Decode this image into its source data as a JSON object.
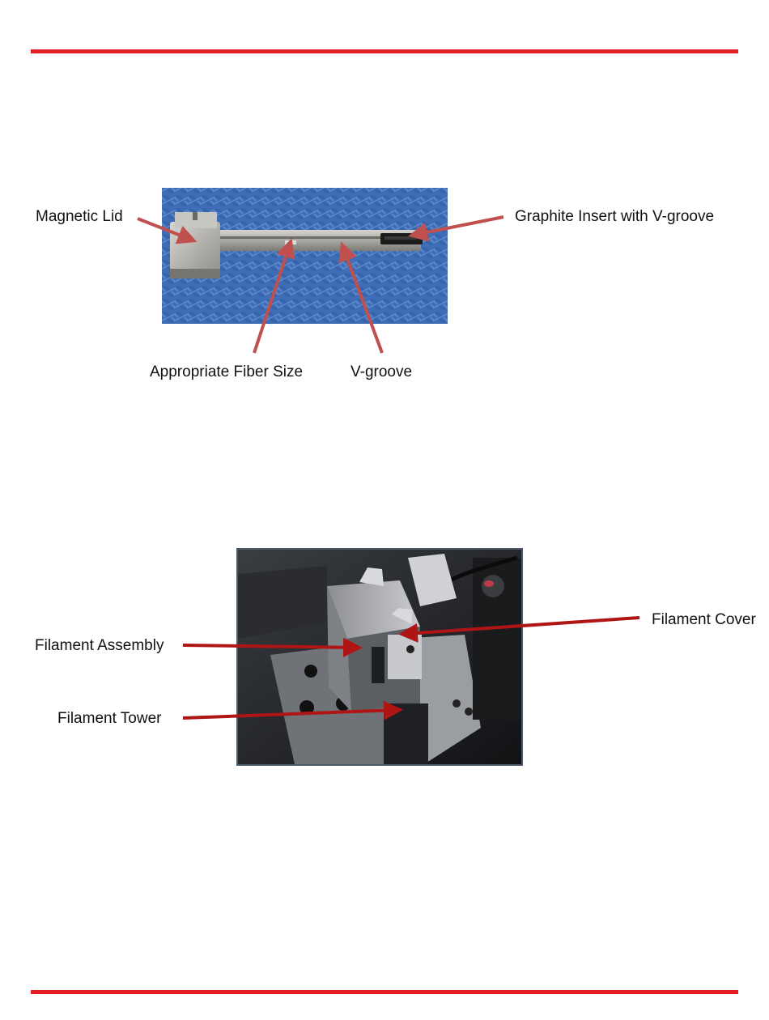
{
  "figure1": {
    "labels": {
      "magnetic_lid": "Magnetic Lid",
      "graphite_insert": "Graphite Insert with V-groove",
      "fiber_size": "Appropriate Fiber Size",
      "v_groove": "V-groove"
    },
    "arrow_color": "#c0504d"
  },
  "figure2": {
    "labels": {
      "filament_assembly": "Filament Assembly",
      "filament_tower": "Filament Tower",
      "filament_cover": "Filament Cover"
    },
    "arrow_color": "#b01515"
  },
  "colors": {
    "rule": "#e31e24"
  }
}
